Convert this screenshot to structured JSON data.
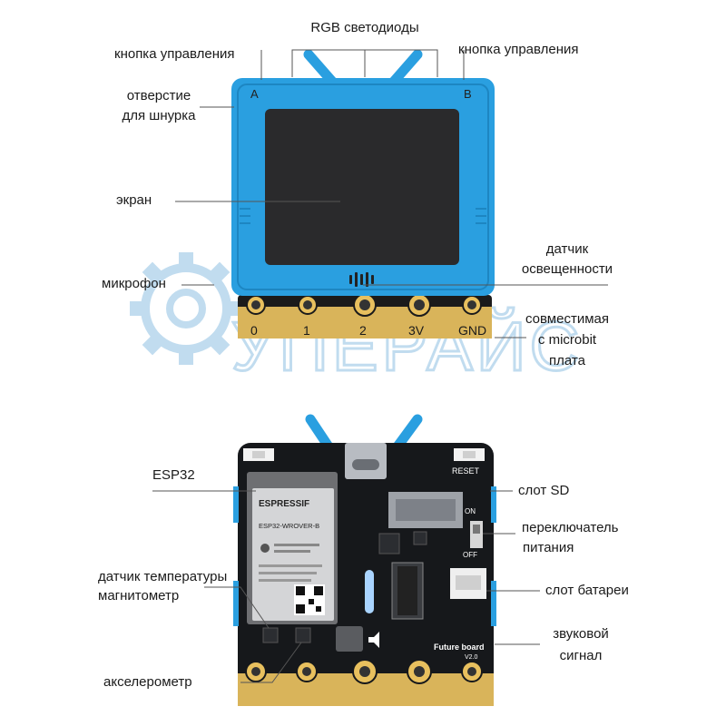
{
  "watermark": {
    "text": "УПЕРАЙС",
    "color": "#8fc1e3"
  },
  "colors": {
    "case_blue": "#2a9fe0",
    "pcb_black": "#16181b",
    "gold": "#e8c05e",
    "screen": "#2a2a2c"
  },
  "front": {
    "button_a_letter": "A",
    "button_b_letter": "B",
    "pins": [
      "0",
      "1",
      "2",
      "3V",
      "GND"
    ]
  },
  "back": {
    "module_brand": "ESPRESSIF",
    "module_model": "ESP32-WROVER-B",
    "reset_silk": "RESET",
    "power_on_silk": "ON",
    "power_off_silk": "OFF",
    "board_name": "Future board",
    "board_version": "V2.0"
  },
  "labels": {
    "rgb_leds": "RGB светодиоды",
    "button_left": "кнопка управления",
    "button_right": "кнопка управления",
    "lanyard_hole_l1": "отверстие",
    "lanyard_hole_l2": "для шнурка",
    "screen": "экран",
    "light_sensor_l1": "датчик",
    "light_sensor_l2": "освещенности",
    "microphone": "микрофон",
    "compatible_l1": "совместимая",
    "compatible_l2": "с microbit",
    "compatible_l3": "плата",
    "esp32": "ESP32",
    "temp_mag_l1": "датчик температуры",
    "temp_mag_l2": "магнитометр",
    "accelerometer": "акселерометр",
    "sd_slot": "слот SD",
    "power_switch_l1": "переключатель",
    "power_switch_l2": "питания",
    "battery_slot": "слот батареи",
    "buzzer_l1": "звуковой",
    "buzzer_l2": "сигнал"
  }
}
